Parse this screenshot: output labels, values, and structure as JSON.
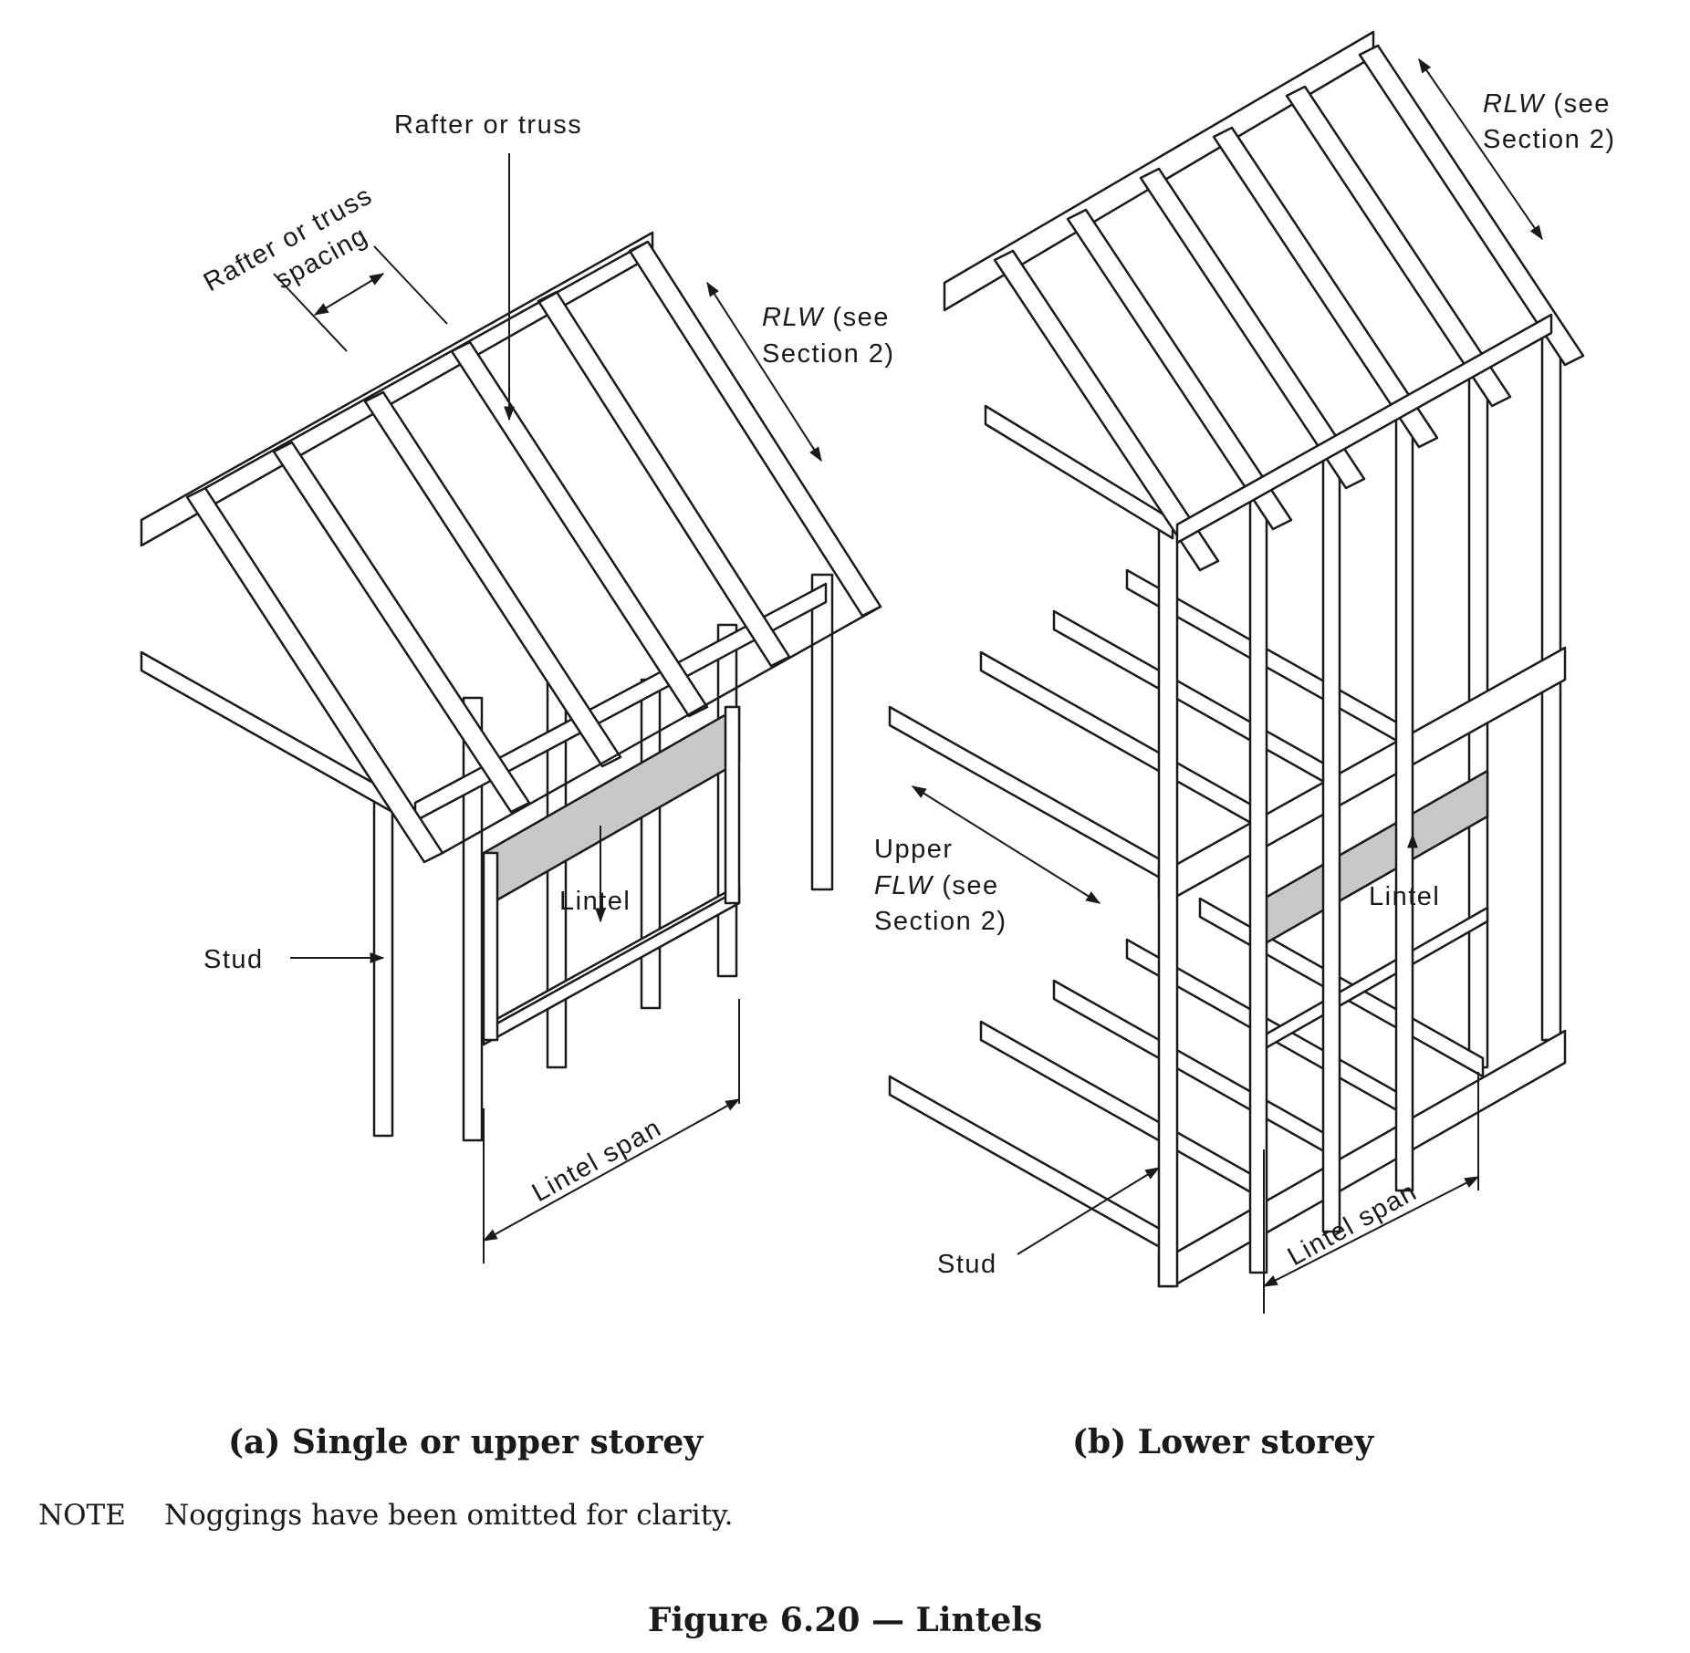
{
  "figure": {
    "title": "Figure 6.20 — Lintels",
    "note_key": "NOTE",
    "note_text": "Noggings have been omitted for clarity."
  },
  "panel_a": {
    "caption": "(a) Single or upper storey",
    "labels": {
      "rafter_spacing_line1": "Rafter or truss",
      "rafter_spacing_line2": "spacing",
      "rafter": "Rafter or truss",
      "rlw_italic": "RLW",
      "rlw_rest": " (see",
      "rlw_line2": "Section 2)",
      "lintel": "Lintel",
      "stud": "Stud",
      "lintel_span": "Lintel span"
    }
  },
  "panel_b": {
    "caption": "(b) Lower storey",
    "labels": {
      "rlw_italic": "RLW",
      "rlw_rest": " (see",
      "rlw_line2": "Section 2)",
      "flw_line1": "Upper",
      "flw_italic": "FLW",
      "flw_rest": " (see",
      "flw_line3": "Section 2)",
      "lintel": "Lintel",
      "stud": "Stud",
      "lintel_span": "Lintel span"
    }
  },
  "colors": {
    "ink": "#1a1a1a",
    "lintel_fill": "#c8c8c8",
    "paper": "#ffffff"
  }
}
